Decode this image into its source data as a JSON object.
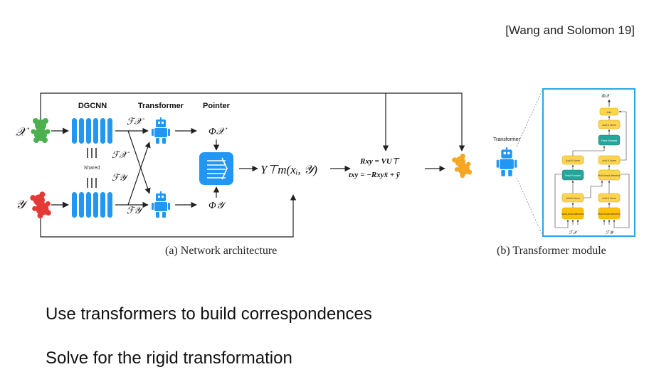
{
  "citation": "[Wang and Solomon 19]",
  "figure": {
    "headers": {
      "dgcnn": "DGCNN",
      "transformer": "Transformer",
      "pointer": "Pointer"
    },
    "inputs": {
      "x": "𝒳",
      "y": "𝒴"
    },
    "shared": "Shared",
    "features": {
      "fx_top": "ℱ𝒳",
      "fx_mid": "ℱ𝒳",
      "fy_mid": "ℱ𝒴",
      "fy_bot": "ℱ𝒴"
    },
    "phi": {
      "x": "Φ𝒳",
      "y": "Φ𝒴"
    },
    "soft_map": "Y⊤m(xᵢ, 𝒴)",
    "svd": {
      "rotation": "Rxy = VU⊤",
      "translation": "txy = −Rxyx̄ + ȳ"
    },
    "module": {
      "label": "Transformer",
      "phi_out": "Φ𝒳",
      "blocks": {
        "add": "Add",
        "add_norm": "Add & Norm",
        "ffn": "Feed Forward",
        "mha": "Multi-head Attention"
      },
      "in_x": "ℱ𝒳",
      "in_y": "ℱ𝒴"
    },
    "captions": {
      "a": "(a) Network architecture",
      "b": "(b) Transformer module"
    }
  },
  "bullets": [
    "Use transformers to build correspondences",
    "Solve for the rigid transformation"
  ],
  "colors": {
    "blue": "#2196f3",
    "green": "#4caf50",
    "red": "#e53935",
    "orange": "#f5a623",
    "yellow": "#ffd54f",
    "teal": "#26a69a"
  }
}
